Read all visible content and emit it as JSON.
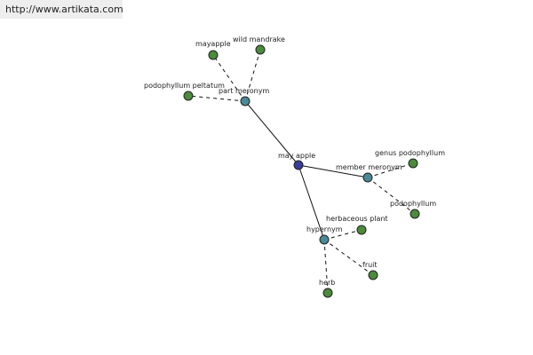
{
  "header": {
    "url": "http://www.artikata.com"
  },
  "colors": {
    "center": "#3b3b9b",
    "relation": "#4a8a96",
    "leaf": "#4b8b3b",
    "edge": "#111111"
  },
  "graph": {
    "nodes": [
      {
        "id": "may-apple",
        "label": "may apple",
        "kind": "center"
      },
      {
        "id": "part-meronym",
        "label": "part meronym",
        "kind": "relation"
      },
      {
        "id": "member-meronym",
        "label": "member meronym",
        "kind": "relation"
      },
      {
        "id": "hypernym",
        "label": "hypernym",
        "kind": "relation"
      },
      {
        "id": "mayapple",
        "label": "mayapple",
        "kind": "leaf"
      },
      {
        "id": "wild-mandrake",
        "label": "wild mandrake",
        "kind": "leaf"
      },
      {
        "id": "podophyllum-peltatum",
        "label": "podophyllum peltatum",
        "kind": "leaf"
      },
      {
        "id": "genus-podophyllum",
        "label": "genus podophyllum",
        "kind": "leaf"
      },
      {
        "id": "podophyllum",
        "label": "podophyllum",
        "kind": "leaf"
      },
      {
        "id": "herbaceous-plant",
        "label": "herbaceous plant",
        "kind": "leaf"
      },
      {
        "id": "fruit",
        "label": "fruit",
        "kind": "leaf"
      },
      {
        "id": "herb",
        "label": "herb",
        "kind": "leaf"
      }
    ],
    "edges": [
      {
        "from": "may-apple",
        "to": "part-meronym",
        "style": "solid"
      },
      {
        "from": "may-apple",
        "to": "member-meronym",
        "style": "solid"
      },
      {
        "from": "may-apple",
        "to": "hypernym",
        "style": "solid"
      },
      {
        "from": "part-meronym",
        "to": "mayapple",
        "style": "dashed"
      },
      {
        "from": "part-meronym",
        "to": "wild-mandrake",
        "style": "dashed"
      },
      {
        "from": "part-meronym",
        "to": "podophyllum-peltatum",
        "style": "dashed"
      },
      {
        "from": "member-meronym",
        "to": "genus-podophyllum",
        "style": "dashed"
      },
      {
        "from": "member-meronym",
        "to": "podophyllum",
        "style": "dashed"
      },
      {
        "from": "hypernym",
        "to": "herbaceous-plant",
        "style": "dashed"
      },
      {
        "from": "hypernym",
        "to": "fruit",
        "style": "dashed"
      },
      {
        "from": "hypernym",
        "to": "herb",
        "style": "dashed"
      }
    ]
  }
}
